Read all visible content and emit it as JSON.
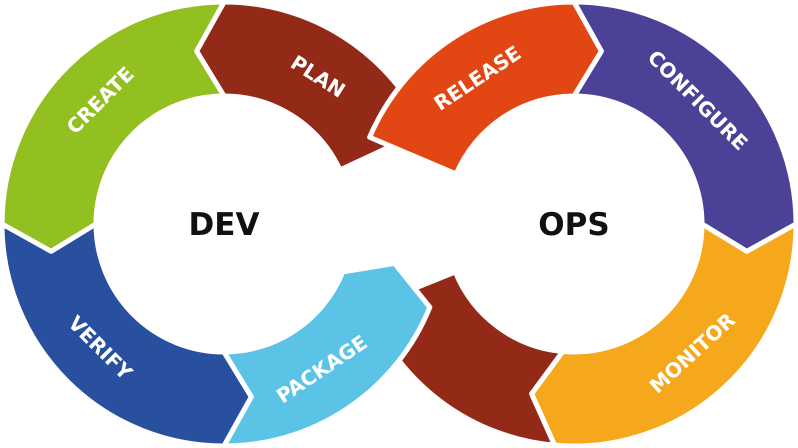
{
  "diagram": {
    "center_labels": {
      "dev": "DEV",
      "ops": "OPS"
    },
    "segments": {
      "plan": {
        "label": "PLAN",
        "color": "#922A17"
      },
      "create": {
        "label": "CREATE",
        "color": "#92C020"
      },
      "verify": {
        "label": "VERIFY",
        "color": "#28509E"
      },
      "package": {
        "label": "PACKAGE",
        "color": "#5BC3E5"
      },
      "release": {
        "label": "RELEASE",
        "color": "#E24612"
      },
      "configure": {
        "label": "CONFIGURE",
        "color": "#4B4196"
      },
      "monitor": {
        "label": "MONITOR",
        "color": "#F5A81C"
      },
      "return": {
        "color": "#922A17"
      }
    }
  }
}
